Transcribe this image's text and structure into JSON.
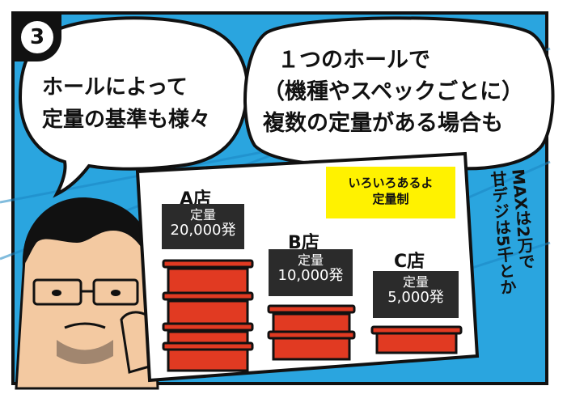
{
  "panel_number": "3",
  "bubble_left": {
    "line1": "ホールによって",
    "line2": "定量の基準も様々"
  },
  "bubble_right": {
    "line1": "１つのホールで",
    "line2": "（機種やスペックごとに）",
    "line3": "複数の定量がある場合も"
  },
  "board": {
    "store_a": {
      "name": "A店",
      "sign_line1": "定量",
      "sign_line2": "20,000発"
    },
    "store_b": {
      "name": "B店",
      "sign_line1": "定量",
      "sign_line2": "10,000発"
    },
    "store_c": {
      "name": "C店",
      "sign_line1": "定量",
      "sign_line2": "5,000発"
    },
    "note_line1": "いろいろあるよ",
    "note_line2": "定量制"
  },
  "side_text": {
    "line1": "MAXは2万で",
    "line2": "甘デジは5千とか"
  },
  "colors": {
    "sky": "#2aa5df",
    "box_red": "#e13a22",
    "note_yellow": "#fff200",
    "sign_dark": "#2b2b2b"
  }
}
